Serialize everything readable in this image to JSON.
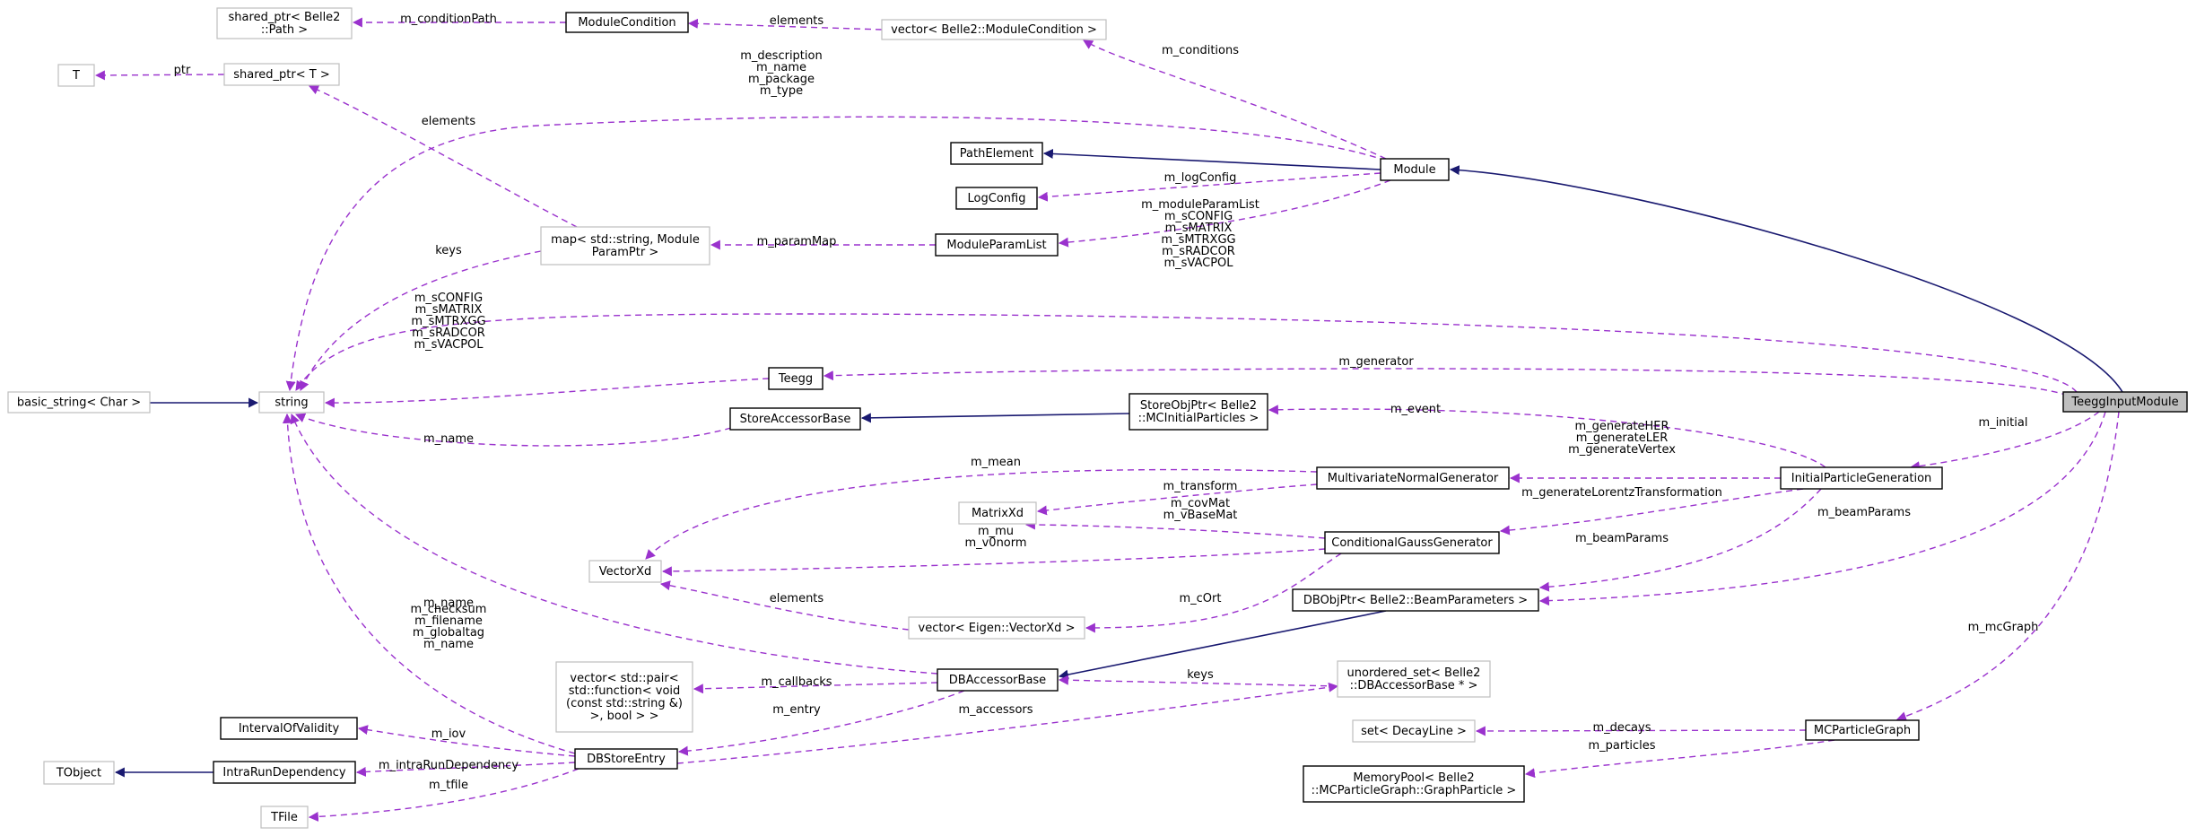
{
  "colors": {
    "inheritance_edge": "#191970",
    "usage_edge": "#9a32cd",
    "selected_node_fill": "#bfbfbf",
    "external_node_border": "#bfbfbf",
    "node_border": "#000000"
  },
  "nodes": {
    "shared_ptr_path": [
      "shared_ptr< Belle2",
      "::Path >"
    ],
    "module_condition": [
      "ModuleCondition"
    ],
    "vector_module_condition": [
      "vector< Belle2::ModuleCondition >"
    ],
    "t": [
      "T"
    ],
    "shared_ptr_t": [
      "shared_ptr< T >"
    ],
    "path_element": [
      "PathElement"
    ],
    "module": [
      "Module"
    ],
    "log_config": [
      "LogConfig"
    ],
    "map_param": [
      "map< std::string, Module",
      "ParamPtr >"
    ],
    "module_param_list": [
      "ModuleParamList"
    ],
    "teegg_input_module": [
      "TeeggInputModule"
    ],
    "basic_string": [
      "basic_string< Char >"
    ],
    "string": [
      "string"
    ],
    "teegg": [
      "Teegg"
    ],
    "store_accessor_base": [
      "StoreAccessorBase"
    ],
    "store_obj_ptr": [
      "StoreObjPtr< Belle2",
      "::MCInitialParticles >"
    ],
    "initial_particle_generation": [
      "InitialParticleGeneration"
    ],
    "multivariate_normal_generator": [
      "MultivariateNormalGenerator"
    ],
    "matrix_xd": [
      "MatrixXd"
    ],
    "conditional_gauss_generator": [
      "ConditionalGaussGenerator"
    ],
    "vector_xd": [
      "VectorXd"
    ],
    "db_obj_ptr": [
      "DBObjPtr< Belle2::BeamParameters >"
    ],
    "vector_eigen": [
      "vector< Eigen::VectorXd >"
    ],
    "db_accessor_base": [
      "DBAccessorBase"
    ],
    "vector_pair": [
      "vector< std::pair<",
      "std::function< void",
      "(const std::string &)",
      ">, bool > >"
    ],
    "unordered_set": [
      "unordered_set< Belle2",
      "::DBAccessorBase * >"
    ],
    "interval_of_validity": [
      "IntervalOfValidity"
    ],
    "set_decay_line": [
      "set< DecayLine >"
    ],
    "mc_particle_graph": [
      "MCParticleGraph"
    ],
    "tobject": [
      "TObject"
    ],
    "intra_run_dependency": [
      "IntraRunDependency"
    ],
    "db_store_entry": [
      "DBStoreEntry"
    ],
    "memory_pool": [
      "MemoryPool< Belle2",
      "::MCParticleGraph::GraphParticle >"
    ],
    "tfile": [
      "TFile"
    ]
  },
  "edge_labels": {
    "cond_path": [
      "m_conditionPath"
    ],
    "elements_cond": [
      "elements"
    ],
    "conditions": [
      "m_conditions"
    ],
    "ptr": [
      "ptr"
    ],
    "elements_sp": [
      "elements"
    ],
    "module_strings": [
      "m_description",
      "m_name",
      "m_package",
      "m_type"
    ],
    "log_config": [
      "m_logConfig"
    ],
    "module_param_list": [
      "m_moduleParamList"
    ],
    "keys_map": [
      "keys"
    ],
    "param_map": [
      "m_paramMap"
    ],
    "teegg_input_strings": [
      "m_sCONFIG",
      "m_sMATRIX",
      "m_sMTRXGG",
      "m_sRADCOR",
      "m_sVACPOL"
    ],
    "teegg_strings": [
      "m_sCONFIG",
      "m_sMATRIX",
      "m_sMTRXGG",
      "m_sRADCOR",
      "m_sVACPOL"
    ],
    "generator": [
      "m_generator"
    ],
    "name_store": [
      "m_name"
    ],
    "event": [
      "m_event"
    ],
    "initial": [
      "m_initial"
    ],
    "generate_flags": [
      "m_generateHER",
      "m_generateLER",
      "m_generateVertex"
    ],
    "generate_lorentz": [
      "m_generateLorentzTransformation"
    ],
    "mean": [
      "m_mean"
    ],
    "transform": [
      "m_transform"
    ],
    "cov_mat": [
      "m_covMat",
      "m_vBaseMat"
    ],
    "mu": [
      "m_mu",
      "m_v0norm"
    ],
    "beam_params": [
      "m_beamParams"
    ],
    "beam_params2": [
      "m_beamParams"
    ],
    "name_db": [
      "m_name"
    ],
    "elements_eigen": [
      "elements"
    ],
    "c_ort": [
      "m_cOrt"
    ],
    "db_strings": [
      "m_checksum",
      "m_filename",
      "m_globaltag",
      "m_name"
    ],
    "callbacks": [
      "m_callbacks"
    ],
    "keys_set": [
      "keys"
    ],
    "entry": [
      "m_entry"
    ],
    "accessors": [
      "m_accessors"
    ],
    "mc_graph": [
      "m_mcGraph"
    ],
    "decays": [
      "m_decays"
    ],
    "particles": [
      "m_particles"
    ],
    "iov": [
      "m_iov"
    ],
    "intra_run": [
      "m_intraRunDependency"
    ],
    "tfile": [
      "m_tfile"
    ]
  }
}
